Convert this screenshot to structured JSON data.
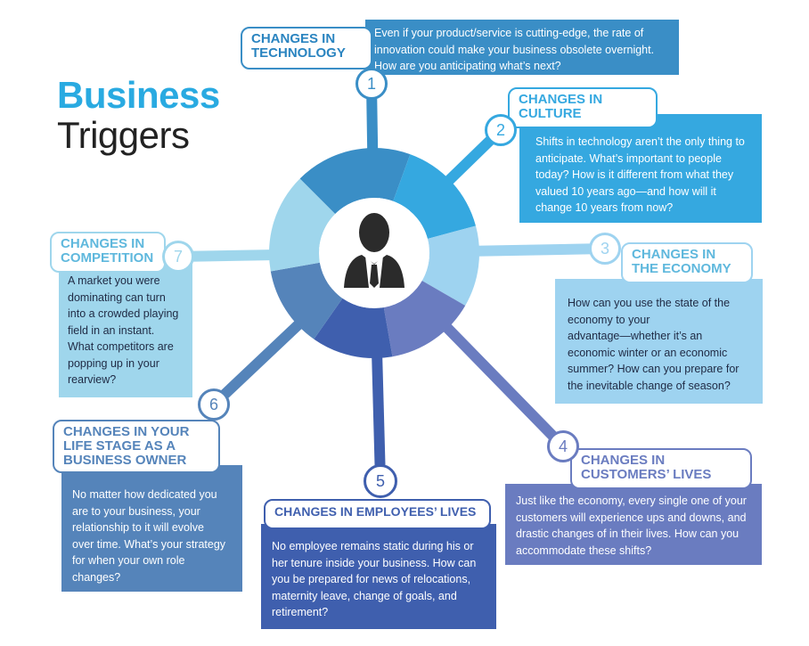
{
  "title": {
    "line1": "Business",
    "line2": "Triggers"
  },
  "colors": {
    "c1": "#3a8ec6",
    "c2": "#35a8e0",
    "c3": "#9ed3f0",
    "c4": "#6a7cc0",
    "c5": "#3f5fae",
    "c6": "#5584ba",
    "c7": "#9fd6ec",
    "dark": "#2b2b2b"
  },
  "center_icon": "businessman-icon",
  "items": [
    {
      "number": "1",
      "title": [
        "CHANGES IN",
        "TECHNOLOGY"
      ],
      "text": [
        "Even if your product/service is cutting-edge, the rate of",
        "innovation could make your business obsolete overnight.",
        "How are you anticipating what’s next?"
      ]
    },
    {
      "number": "2",
      "title": [
        "CHANGES IN",
        "CULTURE"
      ],
      "text": [
        "Shifts in technology aren’t the only thing to",
        "anticipate. What’s important to people",
        "today? How is it different from what they",
        "valued 10 years ago—and how will it",
        "change 10 years from now?"
      ]
    },
    {
      "number": "3",
      "title": [
        "CHANGES IN",
        "THE ECONOMY"
      ],
      "text": [
        "How can you use the state of the",
        "economy to your",
        "advantage—whether it’s an",
        "economic winter or an economic",
        "summer? How can you prepare for",
        "the inevitable change of season?"
      ]
    },
    {
      "number": "4",
      "title": [
        "CHANGES IN",
        "CUSTOMERS’ LIVES"
      ],
      "text": [
        "Just like the economy, every single one of your",
        "customers will experience ups and downs, and",
        "drastic changes of in their lives. How can you",
        "accommodate these shifts?"
      ]
    },
    {
      "number": "5",
      "title": [
        "CHANGES IN EMPLOYEES’ LIVES"
      ],
      "text": [
        "No employee remains static during his or",
        "her tenure inside your business. How can",
        "you be prepared for news of relocations,",
        "maternity leave, change of goals, and",
        "retirement?"
      ]
    },
    {
      "number": "6",
      "title": [
        "CHANGES IN YOUR",
        "LIFE STAGE AS A",
        "BUSINESS OWNER"
      ],
      "text": [
        "No matter how dedicated you",
        "are to your business, your",
        "relationship to it will evolve",
        "over time. What’s your strategy",
        "for when your own role",
        "changes?"
      ]
    },
    {
      "number": "7",
      "title": [
        "CHANGES IN",
        "COMPETITION"
      ],
      "text": [
        "A market you were",
        "dominating can turn",
        "into a crowded playing",
        "field in an instant.",
        "What competitors are",
        "popping up in your",
        "rearview?"
      ]
    }
  ]
}
